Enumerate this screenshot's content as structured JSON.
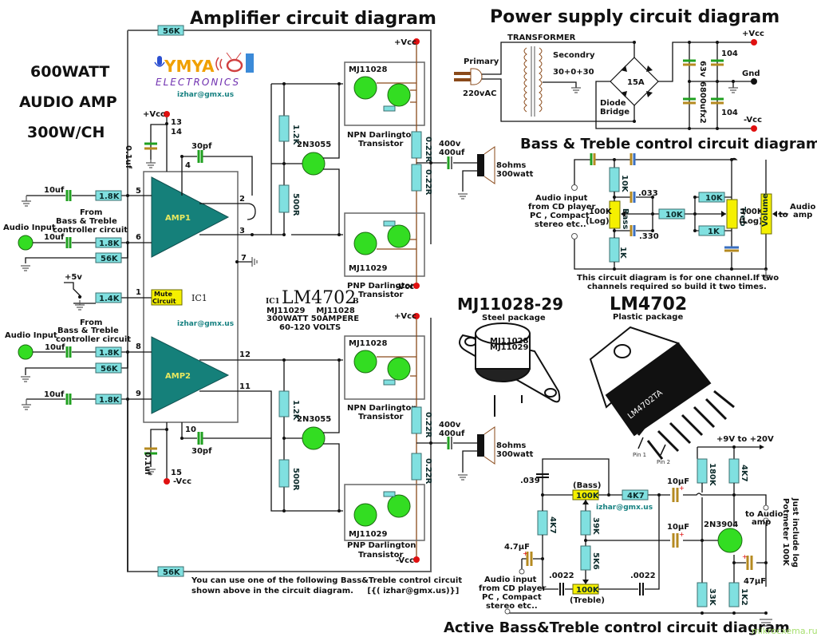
{
  "titles": {
    "amplifier": "Amplifier circuit diagram",
    "power_supply": "Power supply circuit diagram",
    "bass_treble": "Bass & Treble control circuit diagram",
    "active_bass_treble": "Active Bass&Treble control circuit diagram",
    "side_line1": "600WATT",
    "side_line2": "AUDIO AMP",
    "side_line3": "300W/CH"
  },
  "logo": {
    "brand": "YMYA",
    "subtitle": "ELECTRONICS",
    "email": "izhar@gmx.us"
  },
  "amplifier": {
    "feedback_resistor": "56K",
    "vcc_plus": "+Vcc",
    "vcc_minus": "-Vcc",
    "plus5v": "+5v",
    "cap_01uf": "0.1uf",
    "cap_30pf": "30pf",
    "cap_10uf": "10uf",
    "r_18k": "1.8K",
    "r_56k": "56K",
    "r_14k": "1.4K",
    "r_12k": "1.2K",
    "r_500r": "500R",
    "r_022r": "0.22R",
    "audio_input": "Audio Input",
    "from_line1": "From",
    "from_line2": "Bass & Treble",
    "from_line3": "controller circuit",
    "amp1": "AMP1",
    "amp2": "AMP2",
    "mute_line1": "Mute",
    "mute_line2": "Circuit",
    "ic_label": "IC1",
    "email": "izhar@gmx.us",
    "pins": {
      "p13": "13",
      "p14": "14",
      "p4": "4",
      "p5": "5",
      "p2": "2",
      "p6": "6",
      "p3": "3",
      "p7": "7",
      "p1": "1",
      "p8": "8",
      "p12": "12",
      "p9": "9",
      "p11": "11",
      "p10": "10",
      "p15": "15"
    },
    "driver": "2N3055",
    "npn_part": "MJ11028",
    "pnp_part": "MJ11029",
    "npn_label1": "NPN Darlington",
    "pnp_label1": "PNP Darlington",
    "transistor_label": "Transistor",
    "out_cap1": "400v",
    "out_cap2": "400uf",
    "speaker1": "8ohms",
    "speaker2": "300watt",
    "ic_prefix": "IC1",
    "ic_name": "LM4702",
    "ic_suffix": "B",
    "spec1": "MJ11029    MJ11028",
    "spec2": "300WATT 50AMPERE",
    "spec3": "60-120 VOLTS",
    "note_line1": "You can use one of the following Bass&Treble control circuit",
    "note_line2": "shown above in the circuit diagram.     [{( izhar@gmx.us)}]"
  },
  "power_supply": {
    "transformer": "TRANSFORMER",
    "primary": "Primary",
    "voltage_in": "220vAC",
    "secondary": "Secondry",
    "secondary_v": "30+0+30",
    "bridge_rating": "15A",
    "bridge_label1": "Diode",
    "bridge_label2": "Bridge",
    "cap_v": "63v",
    "cap_value": "6800ufx2",
    "cap_104": "104",
    "vcc_plus": "+Vcc",
    "gnd": "Gnd",
    "vcc_minus": "-Vcc"
  },
  "bass_treble": {
    "r_10k": "10K",
    "r_1k": "1K",
    "c_033": ".033",
    "c_330": ".330",
    "bass": "Bass",
    "treble": "Treb",
    "volume": "Volume",
    "pot_value": "100K",
    "pot_type": "(Log)",
    "input_line1": "Audio input",
    "input_line2": "from CD player",
    "input_line3": "PC , Compact",
    "input_line4": "stereo etc..",
    "to": "to",
    "out1": "Audio",
    "out2": "amp",
    "note1": "This circuit diagram is for one channel.If two",
    "note2": "channels required so build it two times."
  },
  "packages": {
    "mj_title": "MJ11028-29",
    "mj_sub": "Steel package",
    "mj_mark1": "MJ11028",
    "mj_mark2": "MJ11029",
    "lm_title": "LM4702",
    "lm_sub": "Plastic package",
    "lm_mark": "LM4702TA",
    "pin1": "Pin 1",
    "pin2": "Pin 2"
  },
  "active": {
    "supply": "+9V to +20V",
    "c_039": ".039",
    "bass": "(Bass)",
    "treble": "(Treble)",
    "pot": "100K",
    "r_4k7": "4K7",
    "r_39k": "39K",
    "r_5k6": "5K6",
    "r_180k": "180K",
    "r_33k": "33K",
    "r_1k2": "1K2",
    "c_10uf": "10µF",
    "c_47uf_in": "4.7µF",
    "c_47uf": "47µF",
    "c_0022": ".0022",
    "transistor": "2N3904",
    "email": "izhar@gmx.us",
    "out1": "to Audio",
    "out2": "amp",
    "note1": "Just include log",
    "note2": "Potmeter 100K",
    "input_line1": "Audio input",
    "input_line2": "from CD player",
    "input_line3": "PC , Compact",
    "input_line4": "stereo etc.."
  },
  "watermark": "mikrocxema.ru"
}
